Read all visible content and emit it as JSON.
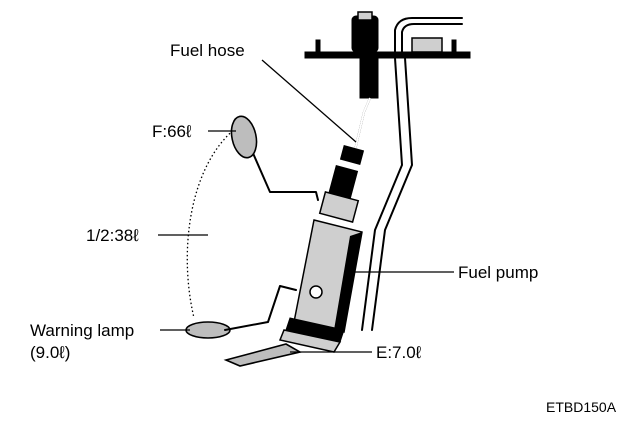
{
  "labels": {
    "fuel_hose": "Fuel hose",
    "full": "F:66ℓ",
    "half": "1/2:38ℓ",
    "fuel_pump": "Fuel pump",
    "warning_lamp_line1": "Warning lamp",
    "warning_lamp_line2": "(9.0ℓ)",
    "empty": "E:7.0ℓ",
    "figure_code": "ETBD150A"
  }
}
